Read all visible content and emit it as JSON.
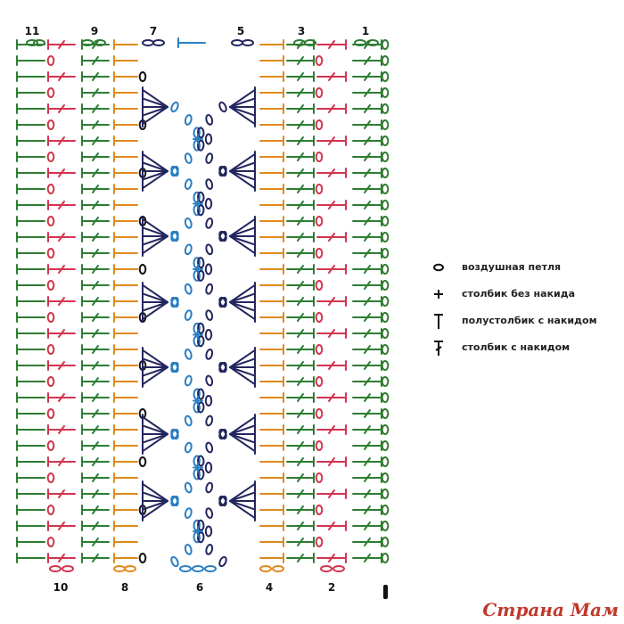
{
  "top_numbers": [
    "11",
    "9",
    "7",
    "5",
    "3",
    "1"
  ],
  "bottom_numbers": [
    "10",
    "8",
    "6",
    "4",
    "2"
  ],
  "legend": [
    {
      "icon": "chain-icon",
      "label": "воздушная петля"
    },
    {
      "icon": "sc-icon",
      "label": "столбик без накида"
    },
    {
      "icon": "hdc-icon",
      "label": "полустолбик с накидом"
    },
    {
      "icon": "dc-icon",
      "label": "столбик с накидом"
    }
  ],
  "watermark": "Страна Мам",
  "colors": {
    "green": "#2e7d32",
    "red": "#d2344f",
    "orange": "#e08a1e",
    "navy": "#23265e",
    "blue": "#2a7ec2",
    "ink": "#111111"
  }
}
